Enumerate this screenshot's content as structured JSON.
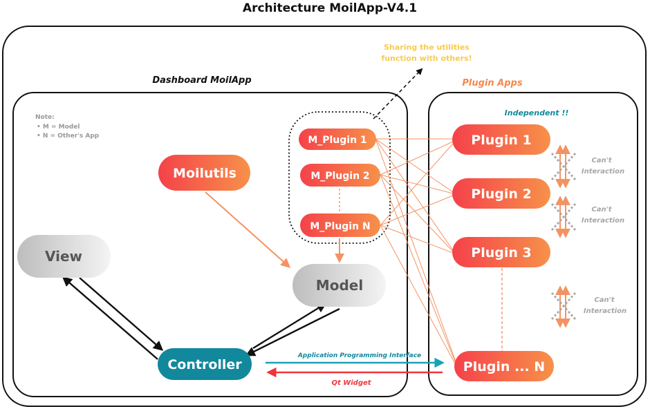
{
  "title": "Architecture MoilApp-V4.1",
  "sharing_note": [
    "Sharing the utilities",
    "function with others!"
  ],
  "dashboard": {
    "title": "Dashboard MoilApp",
    "note_title": "Note:",
    "note_items": [
      "M = Model",
      "N = Other's App"
    ],
    "moilutils": "Moilutils",
    "view": "View",
    "model": "Model",
    "controller": "Controller",
    "m_plugins": [
      "M_Plugin 1",
      "M_Plugin 2",
      "M_Plugin N"
    ]
  },
  "plugin_apps": {
    "title": "Plugin Apps",
    "independent": "Independent !!",
    "plugins": [
      "Plugin 1",
      "Plugin 2",
      "Plugin 3",
      "Plugin ... N"
    ],
    "cant_interaction": [
      [
        "Can't",
        "Interaction"
      ],
      [
        "Can't",
        "Interaction"
      ],
      [
        "Can't",
        "Interaction"
      ]
    ]
  },
  "api_label": "Application Programming Interface",
  "qt_label": "Qt Widget",
  "colors": {
    "red_start": "#f5414a",
    "orange_end": "#f7914a",
    "teal": "#11889c",
    "api_line": "#1aa1b6",
    "qt_line": "#f0353d",
    "sharing": "#f7cb4f",
    "plugin_apps_title": "#f4884d",
    "connector": "#f39363",
    "grey_start": "#bdbdbd",
    "grey_end": "#efefef"
  }
}
